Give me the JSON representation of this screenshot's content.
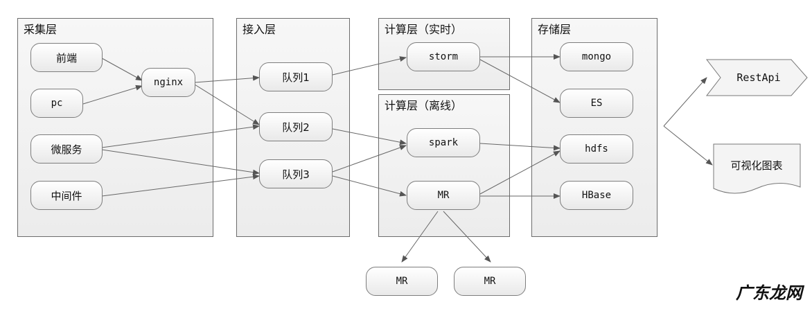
{
  "layers": {
    "collect": "采集层",
    "access": "接入层",
    "compute_rt": "计算层（实时）",
    "compute_off": "计算层（离线）",
    "storage": "存储层"
  },
  "nodes": {
    "frontend": "前端",
    "pc": "pc",
    "microservice": "微服务",
    "middleware": "中间件",
    "nginx": "nginx",
    "queue1": "队列1",
    "queue2": "队列2",
    "queue3": "队列3",
    "storm": "storm",
    "spark": "spark",
    "mr": "MR",
    "mongo": "mongo",
    "es": "ES",
    "hdfs": "hdfs",
    "hbase": "HBase",
    "mr_child1": "MR",
    "mr_child2": "MR"
  },
  "outputs": {
    "restapi": "RestApi",
    "charts": "可视化图表"
  },
  "watermark": "广东龙网"
}
